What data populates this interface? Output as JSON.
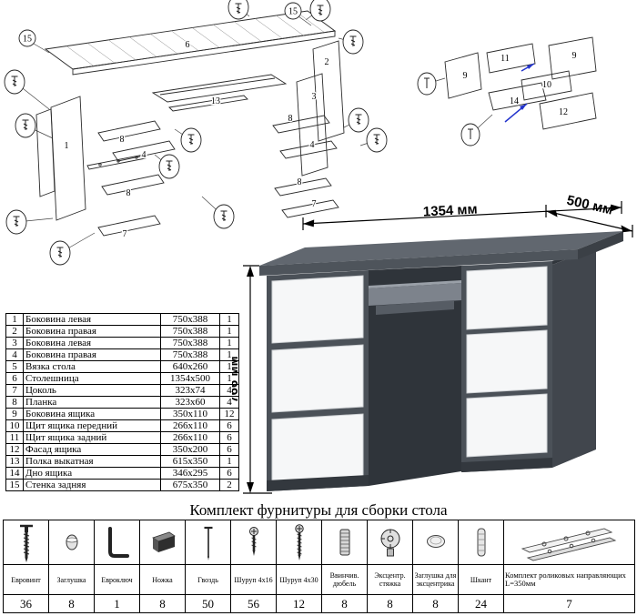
{
  "diagrams": {
    "main_labels": [
      "15",
      "6",
      "15",
      "13",
      "1",
      "8",
      "4",
      "8",
      "7",
      "2",
      "3",
      "8",
      "4",
      "8",
      "7"
    ],
    "drawer_labels": [
      "11",
      "9",
      "9",
      "10",
      "14",
      "12"
    ]
  },
  "parts_table": {
    "rows": [
      [
        "1",
        "Боковина левая",
        "750x388",
        "1"
      ],
      [
        "2",
        "Боковина правая",
        "750x388",
        "1"
      ],
      [
        "3",
        "Боковина левая",
        "750x388",
        "1"
      ],
      [
        "4",
        "Боковина правая",
        "750x388",
        "1"
      ],
      [
        "5",
        "Вязка стола",
        "640x260",
        "1"
      ],
      [
        "6",
        "Столешница",
        "1354x500",
        "1"
      ],
      [
        "7",
        "Цоколь",
        "323x74",
        "4"
      ],
      [
        "8",
        "Планка",
        "323x60",
        "4"
      ],
      [
        "9",
        "Боковина ящика",
        "350x110",
        "12"
      ],
      [
        "10",
        "Щит ящика передний",
        "266x110",
        "6"
      ],
      [
        "11",
        "Щит ящика задний",
        "266x110",
        "6"
      ],
      [
        "12",
        "Фасад ящика",
        "350x200",
        "6"
      ],
      [
        "13",
        "Полка выкатная",
        "615x350",
        "1"
      ],
      [
        "14",
        "Дно ящика",
        "346x295",
        "6"
      ],
      [
        "15",
        "Стенка задняя",
        "675x350",
        "2"
      ]
    ]
  },
  "desk": {
    "width": "1354 мм",
    "depth": "500 мм",
    "height": "766 мм",
    "colors": {
      "body": "#4b5158",
      "top": "#61676f",
      "side": "#41464d",
      "drawer": "#f6f7f8",
      "gap": "#2f343a"
    }
  },
  "hardware": {
    "title": "Комплект фурнитуры для сборки стола",
    "items": [
      {
        "name": "Евровинт",
        "qty": "36"
      },
      {
        "name": "Заглушка",
        "qty": "8"
      },
      {
        "name": "Евроключ",
        "qty": "1"
      },
      {
        "name": "Ножка",
        "qty": "8"
      },
      {
        "name": "Гвоздь",
        "qty": "50"
      },
      {
        "name": "Шуруп 4x16",
        "qty": "56"
      },
      {
        "name": "Шуруп 4x30",
        "qty": "12"
      },
      {
        "name": "Ввинчив. дюбель",
        "qty": "8"
      },
      {
        "name": "Эксцентр. стяжка",
        "qty": "8"
      },
      {
        "name": "Заглушка для эксцентрика",
        "qty": "8"
      },
      {
        "name": "Шкант",
        "qty": "24"
      },
      {
        "name": "Комплект роликовых направляющих L=350мм",
        "qty": "7"
      }
    ]
  }
}
